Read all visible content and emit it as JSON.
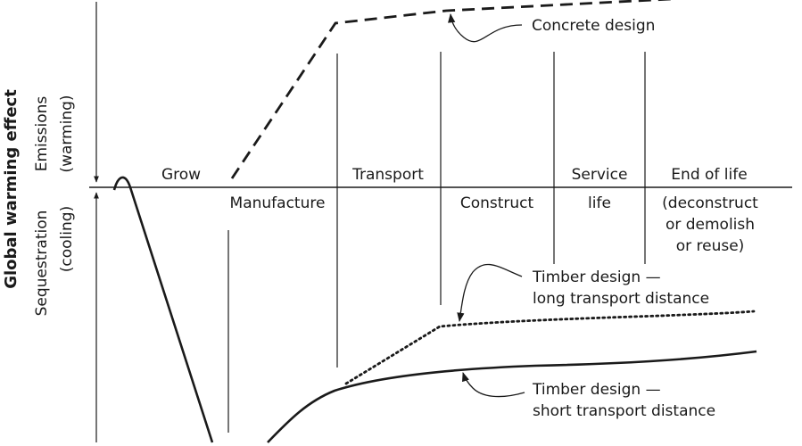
{
  "y_axis": {
    "title": "Global warming effect",
    "upper_label_line1": "Emissions",
    "upper_label_line2": "(warming)",
    "lower_label_line1": "Sequestration",
    "lower_label_line2": "(cooling)"
  },
  "phases": {
    "grow": "Grow",
    "manufacture": "Manufacture",
    "transport": "Transport",
    "construct": "Construct",
    "service_line1": "Service",
    "service_line2": "life",
    "end_line1": "End of life",
    "end_line2": "(deconstruct",
    "end_line3": "or demolish",
    "end_line4": "or reuse)"
  },
  "curves": {
    "concrete": "Concrete design",
    "timber_long_line1": "Timber design —",
    "timber_long_line2": "long transport distance",
    "timber_short_line1": "Timber design —",
    "timber_short_line2": "short transport distance"
  },
  "colors": {
    "ink": "#1a1a1a",
    "background": "#ffffff"
  }
}
